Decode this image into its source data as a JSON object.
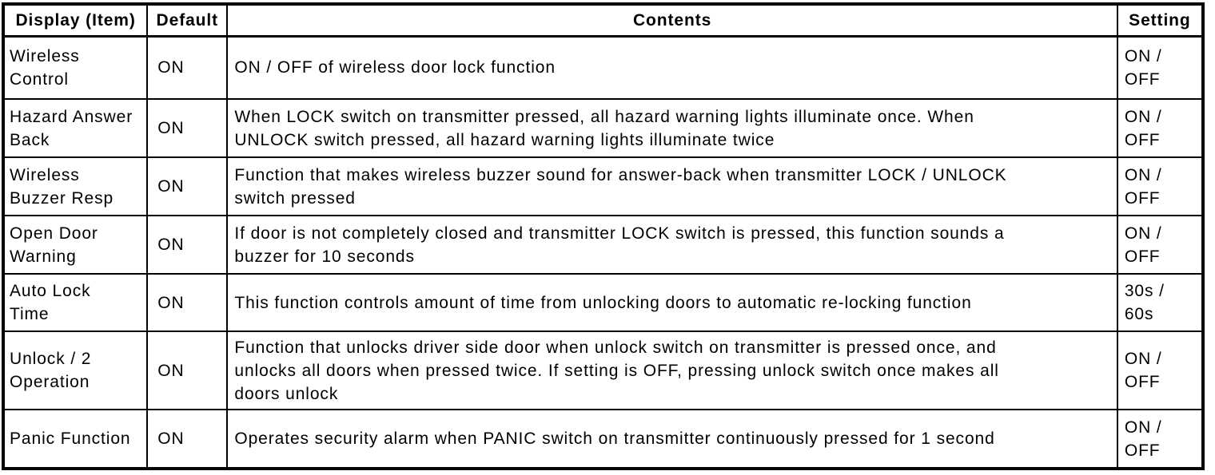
{
  "table": {
    "columns": {
      "display": "Display (Item)",
      "default": "Default",
      "contents": "Contents",
      "setting": "Setting"
    },
    "rows": [
      {
        "display": "Wireless\nControl",
        "default": "ON",
        "contents": "ON / OFF of wireless door lock function",
        "setting": "ON /\nOFF"
      },
      {
        "display": "Hazard Answer\nBack",
        "default": "ON",
        "contents": "When LOCK switch on transmitter pressed, all hazard warning lights illuminate once. When\nUNLOCK switch pressed, all hazard warning lights illuminate twice",
        "setting": "ON /\nOFF"
      },
      {
        "display": "Wireless\nBuzzer Resp",
        "default": "ON",
        "contents": "Function that makes wireless buzzer sound for answer-back when transmitter LOCK / UNLOCK\nswitch pressed",
        "setting": "ON /\nOFF"
      },
      {
        "display": "Open Door\nWarning",
        "default": "ON",
        "contents": "If door is not completely closed and transmitter LOCK switch is pressed, this function sounds a\nbuzzer for 10 seconds",
        "setting": "ON /\nOFF"
      },
      {
        "display": "Auto Lock\nTime",
        "default": "ON",
        "contents": "This function controls amount of time from unlocking doors to automatic re-locking function",
        "setting": "30s /\n60s"
      },
      {
        "display": "Unlock / 2\nOperation",
        "default": "ON",
        "contents": "Function that unlocks driver side door when unlock switch on transmitter is pressed once, and\nunlocks all doors when pressed twice. If setting is OFF, pressing unlock switch once makes all\ndoors unlock",
        "setting": "ON /\nOFF"
      },
      {
        "display": "Panic Function",
        "default": "ON",
        "contents": "Operates security alarm when PANIC switch on transmitter continuously pressed for 1 second",
        "setting": "ON /\nOFF"
      }
    ]
  }
}
